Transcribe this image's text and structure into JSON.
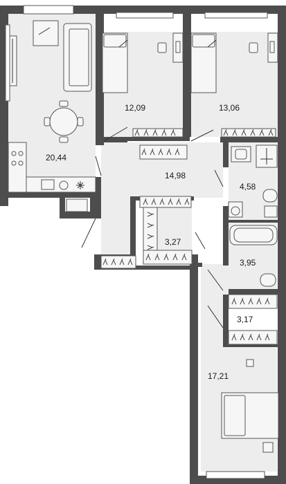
{
  "plan": {
    "rooms": [
      {
        "id": "kitchen-living",
        "area": "20,44"
      },
      {
        "id": "bedroom-1",
        "area": "12,09"
      },
      {
        "id": "bedroom-2",
        "area": "13,06"
      },
      {
        "id": "hallway",
        "area": "14,98"
      },
      {
        "id": "bathroom",
        "area": "4,58"
      },
      {
        "id": "dressing-room-1",
        "area": "3,27"
      },
      {
        "id": "toilet-bath",
        "area": "3,95"
      },
      {
        "id": "dressing-room-2",
        "area": "3,17"
      },
      {
        "id": "master-bedroom",
        "area": "17,21"
      }
    ],
    "colors": {
      "wall": "#4d4d4d",
      "floor": "#ededed",
      "furniture": "#f6f6f6"
    },
    "icons": [
      "snowflake-icon",
      "hanger-icon"
    ]
  }
}
